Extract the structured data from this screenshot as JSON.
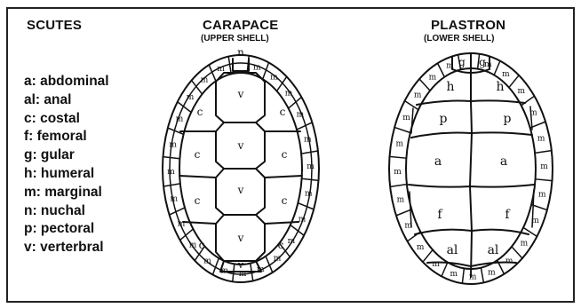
{
  "legend": {
    "title": "SCUTES",
    "items": [
      "a: abdominal",
      "al: anal",
      "c: costal",
      "f: femoral",
      "g: gular",
      "h: humeral",
      "m: marginal",
      "n: nuchal",
      "p: pectoral",
      "v: verterbral"
    ]
  },
  "carapace": {
    "title": "CARAPACE",
    "subtitle": "(UPPER SHELL)",
    "nuchal": "n",
    "marginal": "m",
    "costal": "c",
    "vertebral": "v"
  },
  "plastron": {
    "title": "PLASTRON",
    "subtitle": "(LOWER SHELL)",
    "gular": "g",
    "humeral": "h",
    "pectoral": "p",
    "abdominal": "a",
    "femoral": "f",
    "anal": "al",
    "marginal": "m"
  }
}
